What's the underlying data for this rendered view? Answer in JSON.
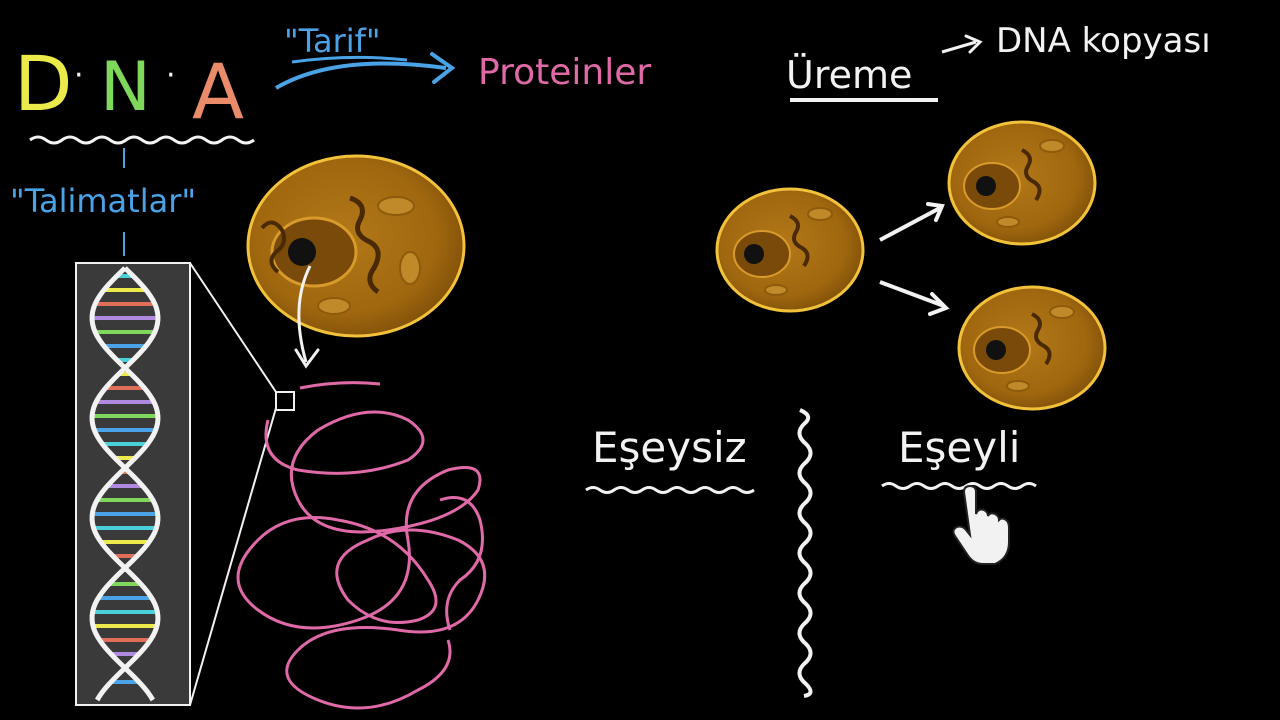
{
  "title": {
    "d": "D",
    "n": "N",
    "a": "A",
    "dot": "·"
  },
  "colors": {
    "d": "#ece94a",
    "n": "#7fd85c",
    "a": "#ea8c6a",
    "blue": "#4aa3e6",
    "pink": "#e069a8",
    "white": "#f2f2f2",
    "cell": "#c58a1f",
    "cell_edge": "#f3c23b"
  },
  "labels": {
    "tarif": "\"Tarif\"",
    "proteinler": "Proteinler",
    "talimatlar": "\"Talimatlar\"",
    "ureme": "Üreme",
    "dna_kopyasi": "DNA kopyası",
    "eseysiz": "Eşeysiz",
    "eseyli": "Eşeyli"
  },
  "icons": {
    "cursor": "hand-pointer-icon"
  }
}
